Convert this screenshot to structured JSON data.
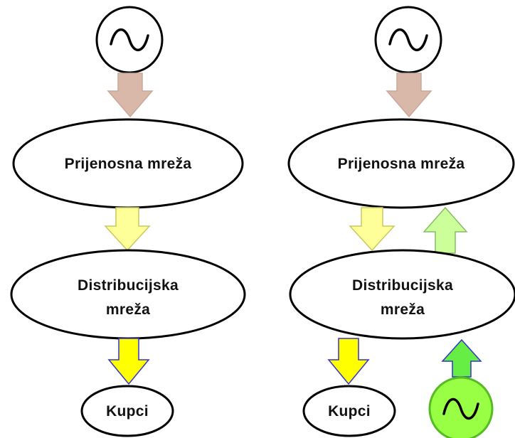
{
  "left": {
    "transmission_label": "Prijenosna mreža",
    "distribution_label_line1": "Distribucijska",
    "distribution_label_line2": "mreža",
    "customers_label": "Kupci"
  },
  "right": {
    "transmission_label": "Prijenosna mreža",
    "distribution_label_line1": "Distribucijska",
    "distribution_label_line2": "mreža",
    "customers_label": "Kupci"
  },
  "colors": {
    "generator_arrow": "#d9b8aa",
    "transmission_to_distribution_arrow": "#ffff99",
    "reverse_flow_arrow": "#ccff99",
    "customer_arrow": "#ffff00",
    "distributed_generation_arrow": "#66ee44",
    "distributed_generator_fill": "#99ff44",
    "distributed_generator_stroke": "#55bb22"
  },
  "icons": {
    "central_generator": "ac-generator-icon",
    "distributed_generator": "ac-generator-icon"
  }
}
